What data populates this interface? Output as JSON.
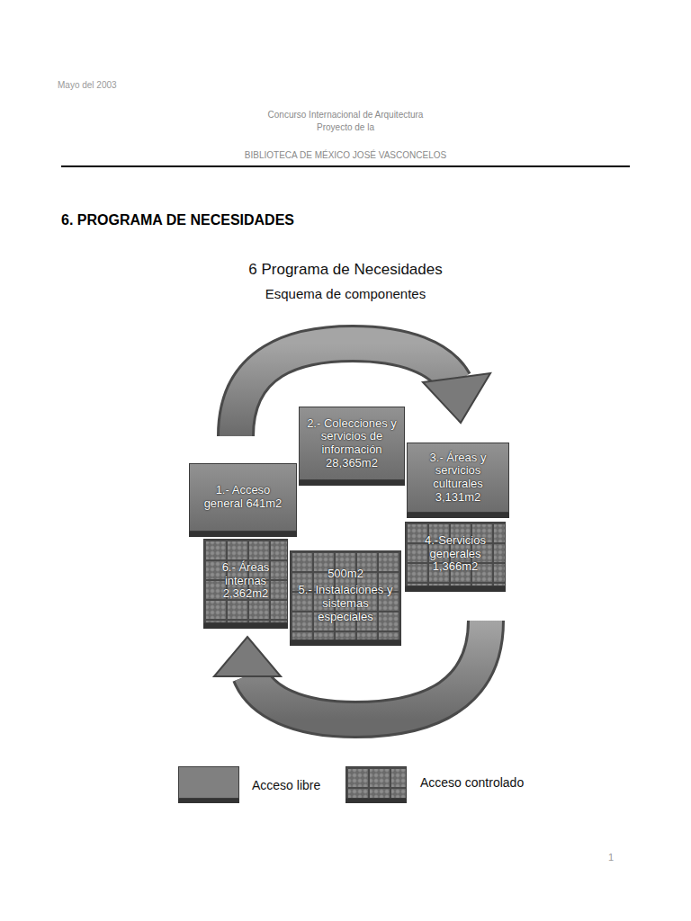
{
  "diagram": {
    "title": "6. PROGRAMA DE NECESIDADES",
    "nodes": [
      {
        "text": [
          "1.- Acceso general 641m2"
        ]
      },
      {
        "text": [
          "2.- Colecciones y servicios de información 28,365m2"
        ]
      },
      {
        "text": [
          "3.- Áreas y servicios culturales 3,131m2"
        ]
      },
      {
        "text": [
          "4.-Servicios generales 1,366m2"
        ]
      },
      {
        "text": [
          "500m2",
          "5.- Instalaciones y sistemas especiales"
        ]
      },
      {
        "text": [
          "6.- Áreas internas 2,362m2"
        ]
      }
    ],
    "labels": [
      "Mayo del 2003",
      "Concurso Internacional de Arquitectura",
      "Proyecto de la",
      "BIBLIOTECA DE MÉXICO JOSÉ VASCONCELOS",
      "6 Programa de Necesidades",
      "Esquema de componentes",
      "1"
    ],
    "legend": [
      {
        "text": "Acceso libre",
        "color": "#808080"
      },
      {
        "text": "Acceso controlado"
      }
    ]
  }
}
